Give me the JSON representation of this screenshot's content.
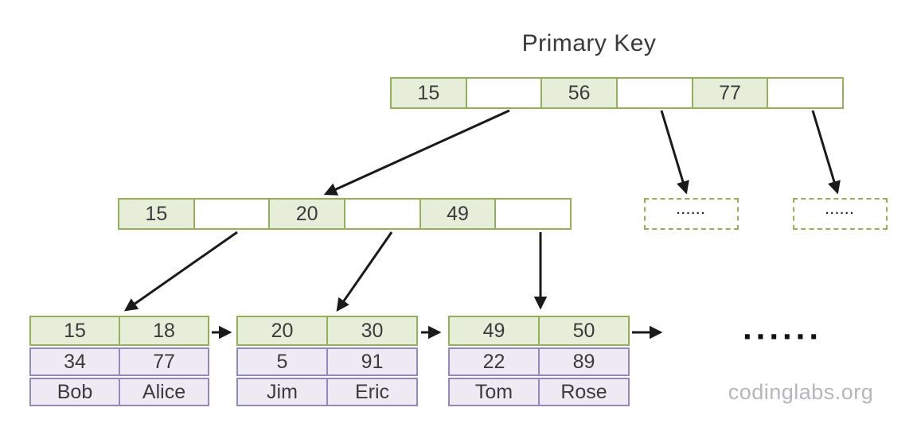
{
  "title": "Primary Key",
  "colors": {
    "green_border": "#94b05a",
    "green_fill": "#e6eed9",
    "purple_border": "#9489bf",
    "purple_fill": "#edeaf4",
    "text": "#3b3b3b",
    "arrow": "#1a1a1a",
    "watermark_text": "#b6b6be"
  },
  "root_node": {
    "cells": [
      "15",
      "",
      "56",
      "",
      "77",
      ""
    ]
  },
  "internal_node": {
    "cells": [
      "15",
      "",
      "20",
      "",
      "49",
      ""
    ]
  },
  "dashed_nodes": [
    {
      "label": "......"
    },
    {
      "label": "......"
    }
  ],
  "leaf_nodes": [
    {
      "rows": [
        [
          "15",
          "18"
        ],
        [
          "34",
          "77"
        ],
        [
          "Bob",
          "Alice"
        ]
      ]
    },
    {
      "rows": [
        [
          "20",
          "30"
        ],
        [
          "5",
          "91"
        ],
        [
          "Jim",
          "Eric"
        ]
      ]
    },
    {
      "rows": [
        [
          "49",
          "50"
        ],
        [
          "22",
          "89"
        ],
        [
          "Tom",
          "Rose"
        ]
      ]
    }
  ],
  "ellipsis": "......",
  "watermark": "codinglabs.org"
}
